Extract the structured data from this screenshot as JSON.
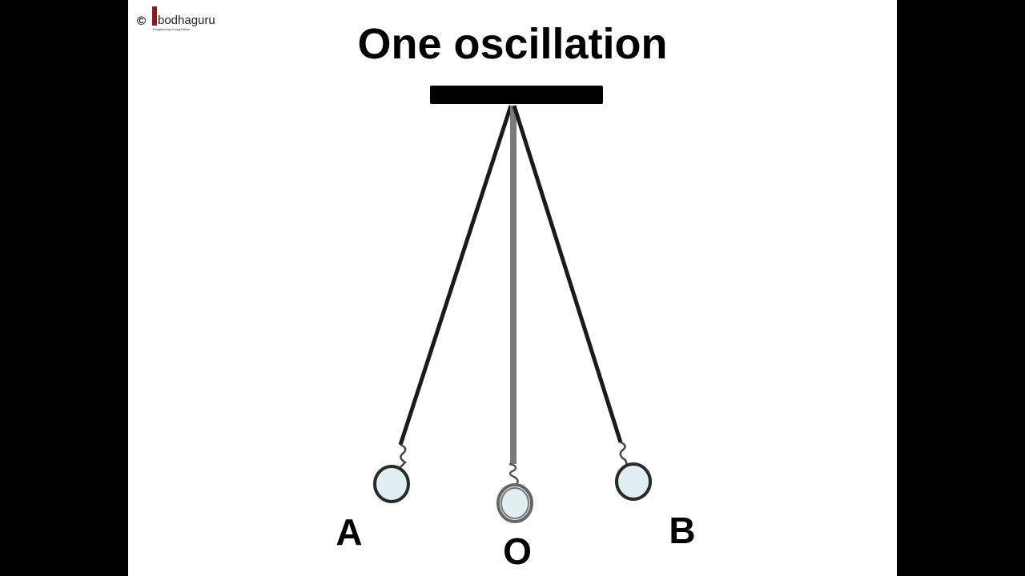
{
  "logo": {
    "copyright": "©",
    "brand": "bodhaguru",
    "tagline": "Enlightening Young Minds"
  },
  "title": "One oscillation",
  "labels": {
    "left": "A",
    "center": "O",
    "right": "B"
  },
  "colors": {
    "string": "#1a1a1a",
    "center_string": "#7a7a7a",
    "bob_fill": "#dfeff2",
    "support": "#000000"
  }
}
